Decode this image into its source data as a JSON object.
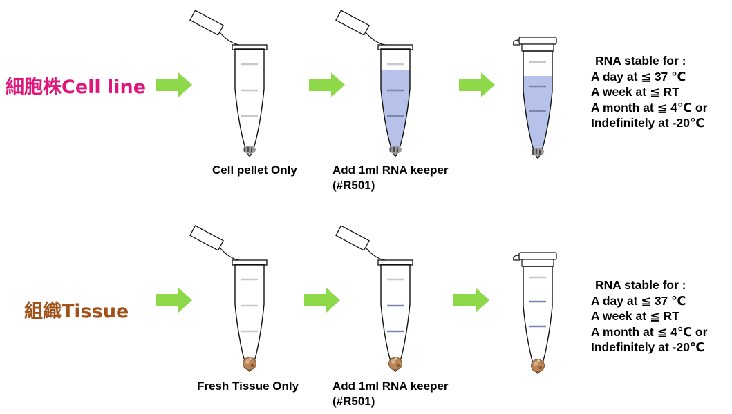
{
  "colors": {
    "row1_label": "#e0157a",
    "row2_label": "#a0521a",
    "arrow": "#8dd94a",
    "liquid": "#b6c2ea",
    "liquid_line": "#7a86b0",
    "tube_outline": "#111111",
    "graduation": "#c8c8c8",
    "tissue": "#b9865a",
    "pellet": "#9a9a9a"
  },
  "rows": [
    {
      "label": "細胞株Cell line",
      "sample": "cell-pellet",
      "captions": [
        {
          "line1": "Cell pellet Only",
          "line2": ""
        },
        {
          "line1": "Add 1ml RNA keeper",
          "line2": "(#R501)"
        }
      ],
      "stability": {
        "heading": "RNA stable for :",
        "lines": [
          "A day at ≦ 37 ℃",
          "A week at ≦ RT",
          "A month at ≦ 4℃ or",
          "Indefinitely at -20℃"
        ]
      }
    },
    {
      "label": "組織Tissue",
      "sample": "tissue",
      "captions": [
        {
          "line1": "Fresh Tissue Only",
          "line2": ""
        },
        {
          "line1": "Add 1ml RNA keeper",
          "line2": "(#R501)"
        }
      ],
      "stability": {
        "heading": "RNA stable for :",
        "lines": [
          "A day at ≦ 37 ℃",
          "A week at ≦ RT",
          "A month at ≦ 4℃ or",
          "Indefinitely at -20℃"
        ]
      }
    }
  ]
}
